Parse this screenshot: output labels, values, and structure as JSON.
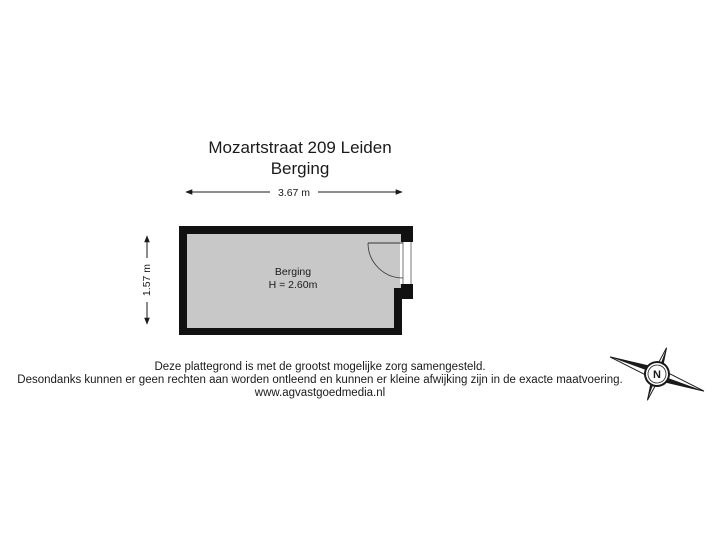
{
  "plan": {
    "address": "Mozartstraat 209 Leiden",
    "floor_name": "Berging",
    "width_dimension": "3.67 m",
    "height_dimension": "1.57 m",
    "room": {
      "name": "Berging",
      "ceiling_height": "H = 2.60m"
    }
  },
  "disclaimer": {
    "line1": "Deze plattegrond is met de grootst mogelijke zorg samengesteld.",
    "line2": "Desondanks kunnen er geen rechten aan worden ontleend en kunnen er kleine afwijking zijn in de exacte maatvoering.",
    "website": "www.agvastgoedmedia.nl"
  },
  "compass": {
    "label": "N",
    "icon": "compass-rose-icon"
  },
  "colors": {
    "wall": "#111111",
    "floor": "#c8c8c8",
    "text": "#1a1a1a"
  }
}
